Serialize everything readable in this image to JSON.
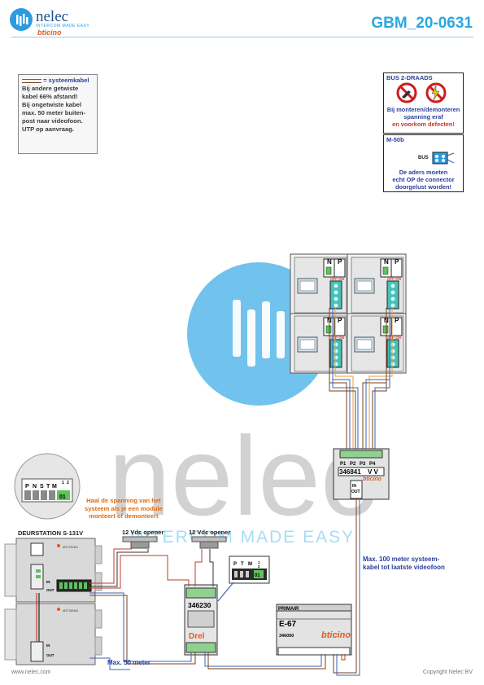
{
  "header": {
    "logo_text": "nelec",
    "logo_tagline": "INTERCOM MADE EASY",
    "logo_brand": "bticino",
    "doc_code": "GBM_20-0631"
  },
  "note": {
    "legend": "= systeemkabel",
    "lines": [
      "Bij andere getwiste",
      "kabel 66% afstand!",
      "Bij ongetwiste kabel",
      "max. 50 meter buiten-",
      "post naar videofoon.",
      "UTP op aanvraag."
    ]
  },
  "bus_box": {
    "title": "BUS 2-DRAADS",
    "lines": [
      "Bij monteren/demonteren",
      "spanning eraf",
      "en voorkom defecten!"
    ]
  },
  "m50b_box": {
    "title": "M-50b",
    "bus_label": "BUS",
    "lines": [
      "De aders moeten",
      "echt OP de connector",
      "doorgelust worden!"
    ]
  },
  "watermark": {
    "word": "nelec",
    "tagline": "INTERCOM MADE EASY"
  },
  "monitors": {
    "n_label": "N",
    "p_label": "P",
    "off_label": "OFF ON"
  },
  "distributor": {
    "ports": [
      "P1",
      "P2",
      "P3",
      "P4"
    ],
    "code": "346841",
    "vv": "V V",
    "brand": "bticino",
    "in_label": "IN",
    "out_label": "OUT"
  },
  "connector_detail": {
    "terminals": [
      "P",
      "N",
      "S",
      "T",
      "M",
      "1",
      "2"
    ],
    "value": "01"
  },
  "voltage_note": [
    "Haal de spanning van het",
    "systeem als je een module",
    "monteert of demonteert"
  ],
  "door_station": {
    "title": "DEURSTATION S-131V",
    "module_code_1": "ART.331301",
    "module_code_2": "ART.352400",
    "in_label": "IN",
    "out_label": "OUT"
  },
  "openers": {
    "label_1": "12 Vdc opener",
    "label_2": "12 Vdc opener"
  },
  "relay": {
    "code": "346230",
    "brand": "Drel",
    "detail_terminals": [
      "P",
      "T",
      "M",
      "1",
      "2"
    ],
    "detail_value": "01"
  },
  "power_supply": {
    "primair": "PRIMAIR",
    "model": "E-67",
    "code": "346050",
    "brand": "bticino"
  },
  "cable_notes": {
    "max_100": [
      "Max. 100 meter systeem-",
      "kabel tot laatste videofoon"
    ],
    "max_50": "Max. 50 meter"
  },
  "footer": {
    "left": "www.nelec.com",
    "right": "Copyright Nelec BV"
  }
}
